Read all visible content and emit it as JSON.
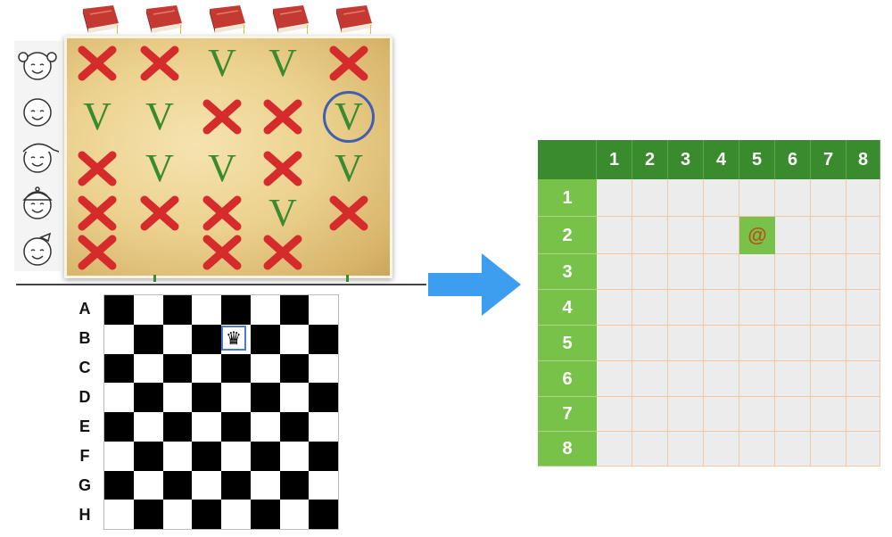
{
  "marks_grid": [
    [
      "X",
      "X",
      "V",
      "V",
      "X"
    ],
    [
      "V",
      "V",
      "X",
      "X",
      "V"
    ],
    [
      "X",
      "V",
      "V",
      "X",
      "V"
    ],
    [
      "X",
      "X",
      "X",
      "V",
      "X"
    ],
    [
      "X",
      "",
      "X",
      "X",
      ""
    ]
  ],
  "circled_mark": {
    "row": 1,
    "col": 4
  },
  "chessboard": {
    "row_labels": [
      "A",
      "B",
      "C",
      "D",
      "E",
      "F",
      "G",
      "H"
    ],
    "queen": {
      "row": 1,
      "col": 4,
      "symbol": "♛"
    }
  },
  "grid_table": {
    "column_headers": [
      "1",
      "2",
      "3",
      "4",
      "5",
      "6",
      "7",
      "8"
    ],
    "row_headers": [
      "1",
      "2",
      "3",
      "4",
      "5",
      "6",
      "7",
      "8"
    ],
    "marked_cell": {
      "row": 2,
      "col": 5,
      "symbol": "@"
    }
  },
  "colors": {
    "header_green": "#3a8a2e",
    "row_green": "#79c24a",
    "arrow_blue": "#3d9ef0",
    "mark_red": "#d62b2b",
    "mark_green": "#3a8a2e",
    "circle_blue": "#3f5fb0"
  }
}
